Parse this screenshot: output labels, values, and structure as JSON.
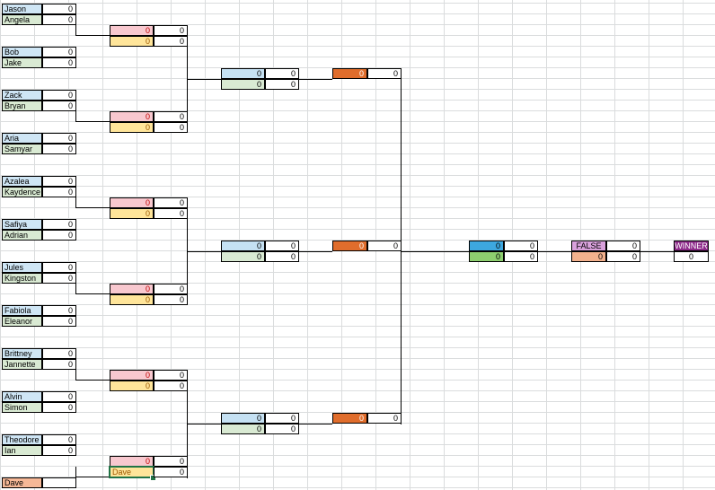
{
  "colors": {
    "r1_name": "#cfe6f5",
    "r1_name_alt": "#d9ead3",
    "r2_top": "#f8c8cf",
    "r2_bottom": "#ffe59a",
    "r3_top": "#c5e1f3",
    "r3_bottom": "#d9ead3",
    "r4": "#e06d2c",
    "sf_top": "#3da7df",
    "sf_bottom": "#8dcf6f",
    "final_top": "#d9a1dc",
    "final_bottom": "#f3b18d",
    "winner": "#8e2a8a",
    "dave": "#f6b897",
    "grid": "#dadcdd"
  },
  "round1": [
    {
      "name": "Jason",
      "score": "0"
    },
    {
      "name": "Angela",
      "score": "0"
    },
    {
      "name": "Bob",
      "score": "0"
    },
    {
      "name": "Jake",
      "score": "0"
    },
    {
      "name": "Zack",
      "score": "0"
    },
    {
      "name": "Bryan",
      "score": "0"
    },
    {
      "name": "Aria",
      "score": "0"
    },
    {
      "name": "Samyar",
      "score": "0"
    },
    {
      "name": "Azalea",
      "score": "0"
    },
    {
      "name": "Kaydence",
      "score": "0"
    },
    {
      "name": "Safiya",
      "score": "0"
    },
    {
      "name": "Adrian",
      "score": "0"
    },
    {
      "name": "Jules",
      "score": "0"
    },
    {
      "name": "Kingston",
      "score": "0"
    },
    {
      "name": "Fabiola",
      "score": "0"
    },
    {
      "name": "Eleanor",
      "score": "0"
    },
    {
      "name": "Brittney",
      "score": "0"
    },
    {
      "name": "Jannette",
      "score": "0"
    },
    {
      "name": "Alvin",
      "score": "0"
    },
    {
      "name": "Simon",
      "score": "0"
    },
    {
      "name": "Theodore",
      "score": "0"
    },
    {
      "name": "Ian",
      "score": "0"
    },
    {
      "name": "Dave",
      "score": ""
    }
  ],
  "round2": [
    {
      "name": "0",
      "score": "0"
    },
    {
      "name": "0",
      "score": "0"
    },
    {
      "name": "0",
      "score": "0"
    },
    {
      "name": "0",
      "score": "0"
    },
    {
      "name": "0",
      "score": "0"
    },
    {
      "name": "0",
      "score": "0"
    },
    {
      "name": "0",
      "score": "0"
    },
    {
      "name": "0",
      "score": "0"
    },
    {
      "name": "0",
      "score": "0"
    },
    {
      "name": "0",
      "score": "0"
    },
    {
      "name": "0",
      "score": "0"
    },
    {
      "name": "Dave",
      "score": "0"
    }
  ],
  "round3": [
    {
      "name": "0",
      "score": "0"
    },
    {
      "name": "0",
      "score": "0"
    },
    {
      "name": "0",
      "score": "0"
    },
    {
      "name": "0",
      "score": "0"
    },
    {
      "name": "0",
      "score": "0"
    },
    {
      "name": "0",
      "score": "0"
    }
  ],
  "round4": [
    {
      "name": "0",
      "score": "0"
    },
    {
      "name": "0",
      "score": "0"
    },
    {
      "name": "0",
      "score": "0"
    }
  ],
  "semifinal": [
    {
      "name": "0",
      "score": "0"
    },
    {
      "name": "0",
      "score": "0"
    }
  ],
  "final": [
    {
      "name": "FALSE",
      "score": "0"
    },
    {
      "name": "0",
      "score": "0"
    }
  ],
  "winner": {
    "label": "WINNER",
    "value": "0"
  }
}
